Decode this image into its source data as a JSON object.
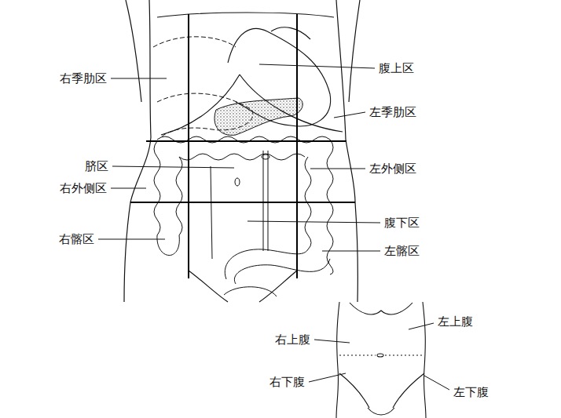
{
  "diagram": {
    "labels": [
      "右季肋区",
      "腹上区",
      "左季肋区",
      "脐区",
      "左外侧区",
      "右外侧区",
      "腹下区",
      "右髂区",
      "左髂区",
      "右上腹",
      "左上腹",
      "右下腹",
      "左下腹"
    ]
  }
}
